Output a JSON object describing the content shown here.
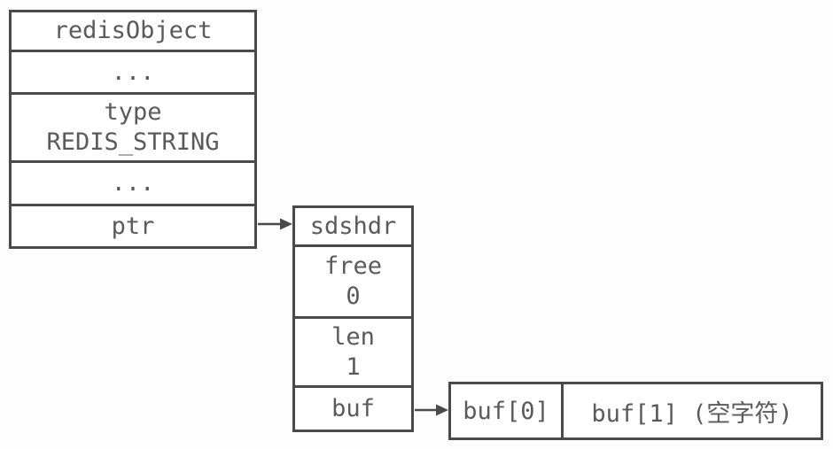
{
  "diagram": {
    "description": "Redis string object pointing to an sdshdr structure whose buf points to a character array",
    "redis_object_box": {
      "name": "redisObject",
      "rows": [
        {
          "label": "redisObject",
          "value": ""
        },
        {
          "label": "...",
          "value": ""
        },
        {
          "label": "type",
          "value": "REDIS_STRING"
        },
        {
          "label": "...",
          "value": ""
        },
        {
          "label": "ptr",
          "value": ""
        }
      ]
    },
    "sdshdr_box": {
      "name": "sdshdr",
      "rows": [
        {
          "label": "sdshdr",
          "value": ""
        },
        {
          "label": "free",
          "value": "0"
        },
        {
          "label": "len",
          "value": "1"
        },
        {
          "label": "buf",
          "value": ""
        }
      ]
    },
    "buf_array_box": {
      "cells": [
        {
          "label": "buf[0]"
        },
        {
          "label": "buf[1] (空字符)"
        }
      ]
    },
    "arrows": [
      {
        "from": "ptr",
        "to": "sdshdr"
      },
      {
        "from": "buf",
        "to": "buf[0]"
      }
    ],
    "colors": {
      "border": "#4a4a4a",
      "text": "#5a5a5a",
      "arrow": "#4a4a4a",
      "background": "#fdfdfd"
    }
  }
}
